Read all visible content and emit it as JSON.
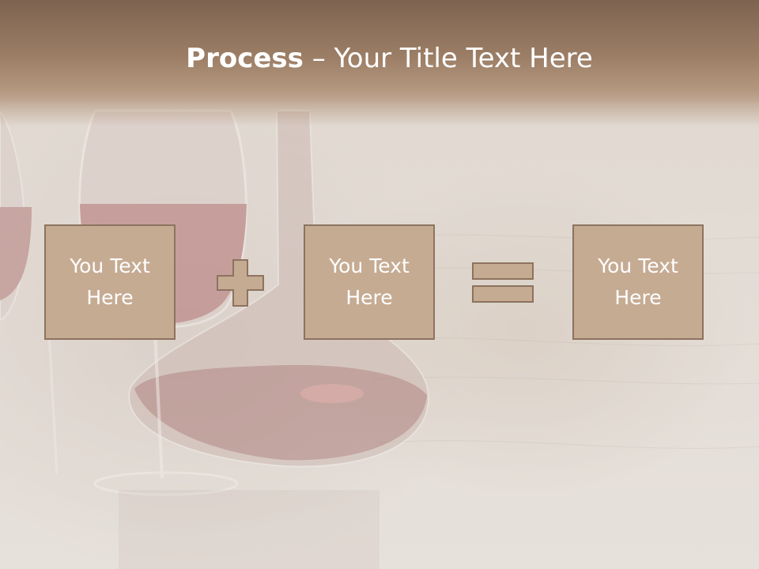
{
  "title": {
    "bold": "Process",
    "separator": " – ",
    "rest": "Your Title Text Here"
  },
  "steps": [
    {
      "text": "You Text Here"
    },
    {
      "text": "You Text Here"
    },
    {
      "text": "You Text Here"
    }
  ],
  "operators": [
    "plus-icon",
    "equals-icon"
  ],
  "colors": {
    "box_fill": "#c6ab93",
    "box_border": "#8c735f",
    "header": "#9c7e66",
    "text": "#ffffff"
  }
}
